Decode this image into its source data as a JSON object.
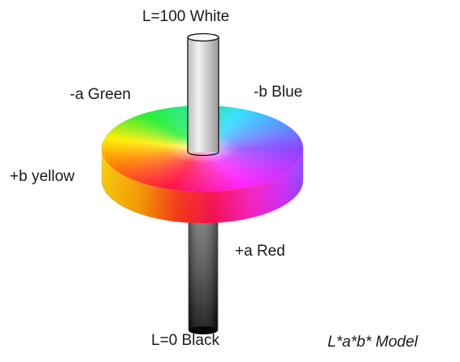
{
  "labels": {
    "top": "L=100 White",
    "green": "-a Green",
    "blue": "-b Blue",
    "yellow": "+b yellow",
    "red": "+a Red",
    "bottom": "L=0 Black",
    "model": "L*a*b* Model"
  },
  "colors": {
    "green": "#22ee33",
    "cyan": "#33ddff",
    "blue": "#8844ff",
    "magenta": "#ff22ff",
    "red": "#ff1144",
    "yellow": "#ffee00",
    "white": "#ffffff",
    "black": "#000000"
  }
}
